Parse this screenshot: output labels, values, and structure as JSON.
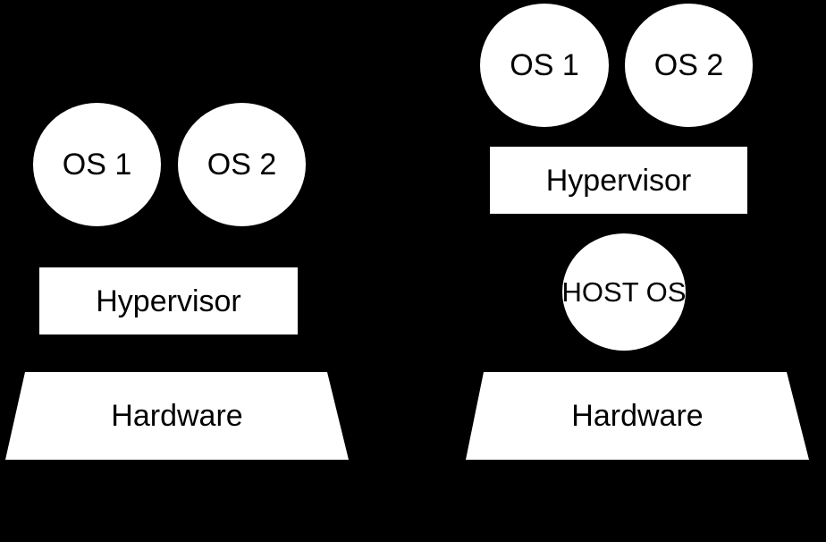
{
  "canvas": {
    "background_color": "#000000",
    "shape_fill_color": "#ffffff",
    "label_color": "#000000"
  },
  "left_stack": {
    "os1_label": "OS 1",
    "os2_label": "OS 2",
    "hypervisor_label": "Hypervisor",
    "hardware_label": "Hardware"
  },
  "right_stack": {
    "os1_label": "OS 1",
    "os2_label": "OS 2",
    "hypervisor_label": "Hypervisor",
    "host_os_label": "HOST OS",
    "hardware_label": "Hardware"
  }
}
